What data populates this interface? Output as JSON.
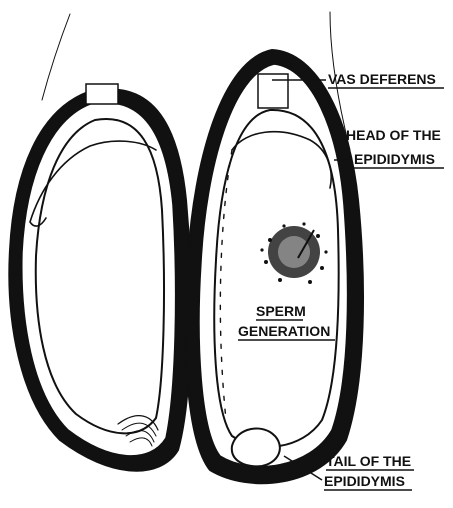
{
  "labels": {
    "vas_deferens": "VAS DEFERENS",
    "head_line1": "HEAD OF THE",
    "head_line2": "EPIDIDYMIS",
    "sperm_line1": "SPERM",
    "sperm_line2": "GENERATION",
    "tail_line1": "TAIL OF THE",
    "tail_line2": "EPIDIDYMIS"
  },
  "colors": {
    "ink": "#111111",
    "paper": "#ffffff"
  }
}
